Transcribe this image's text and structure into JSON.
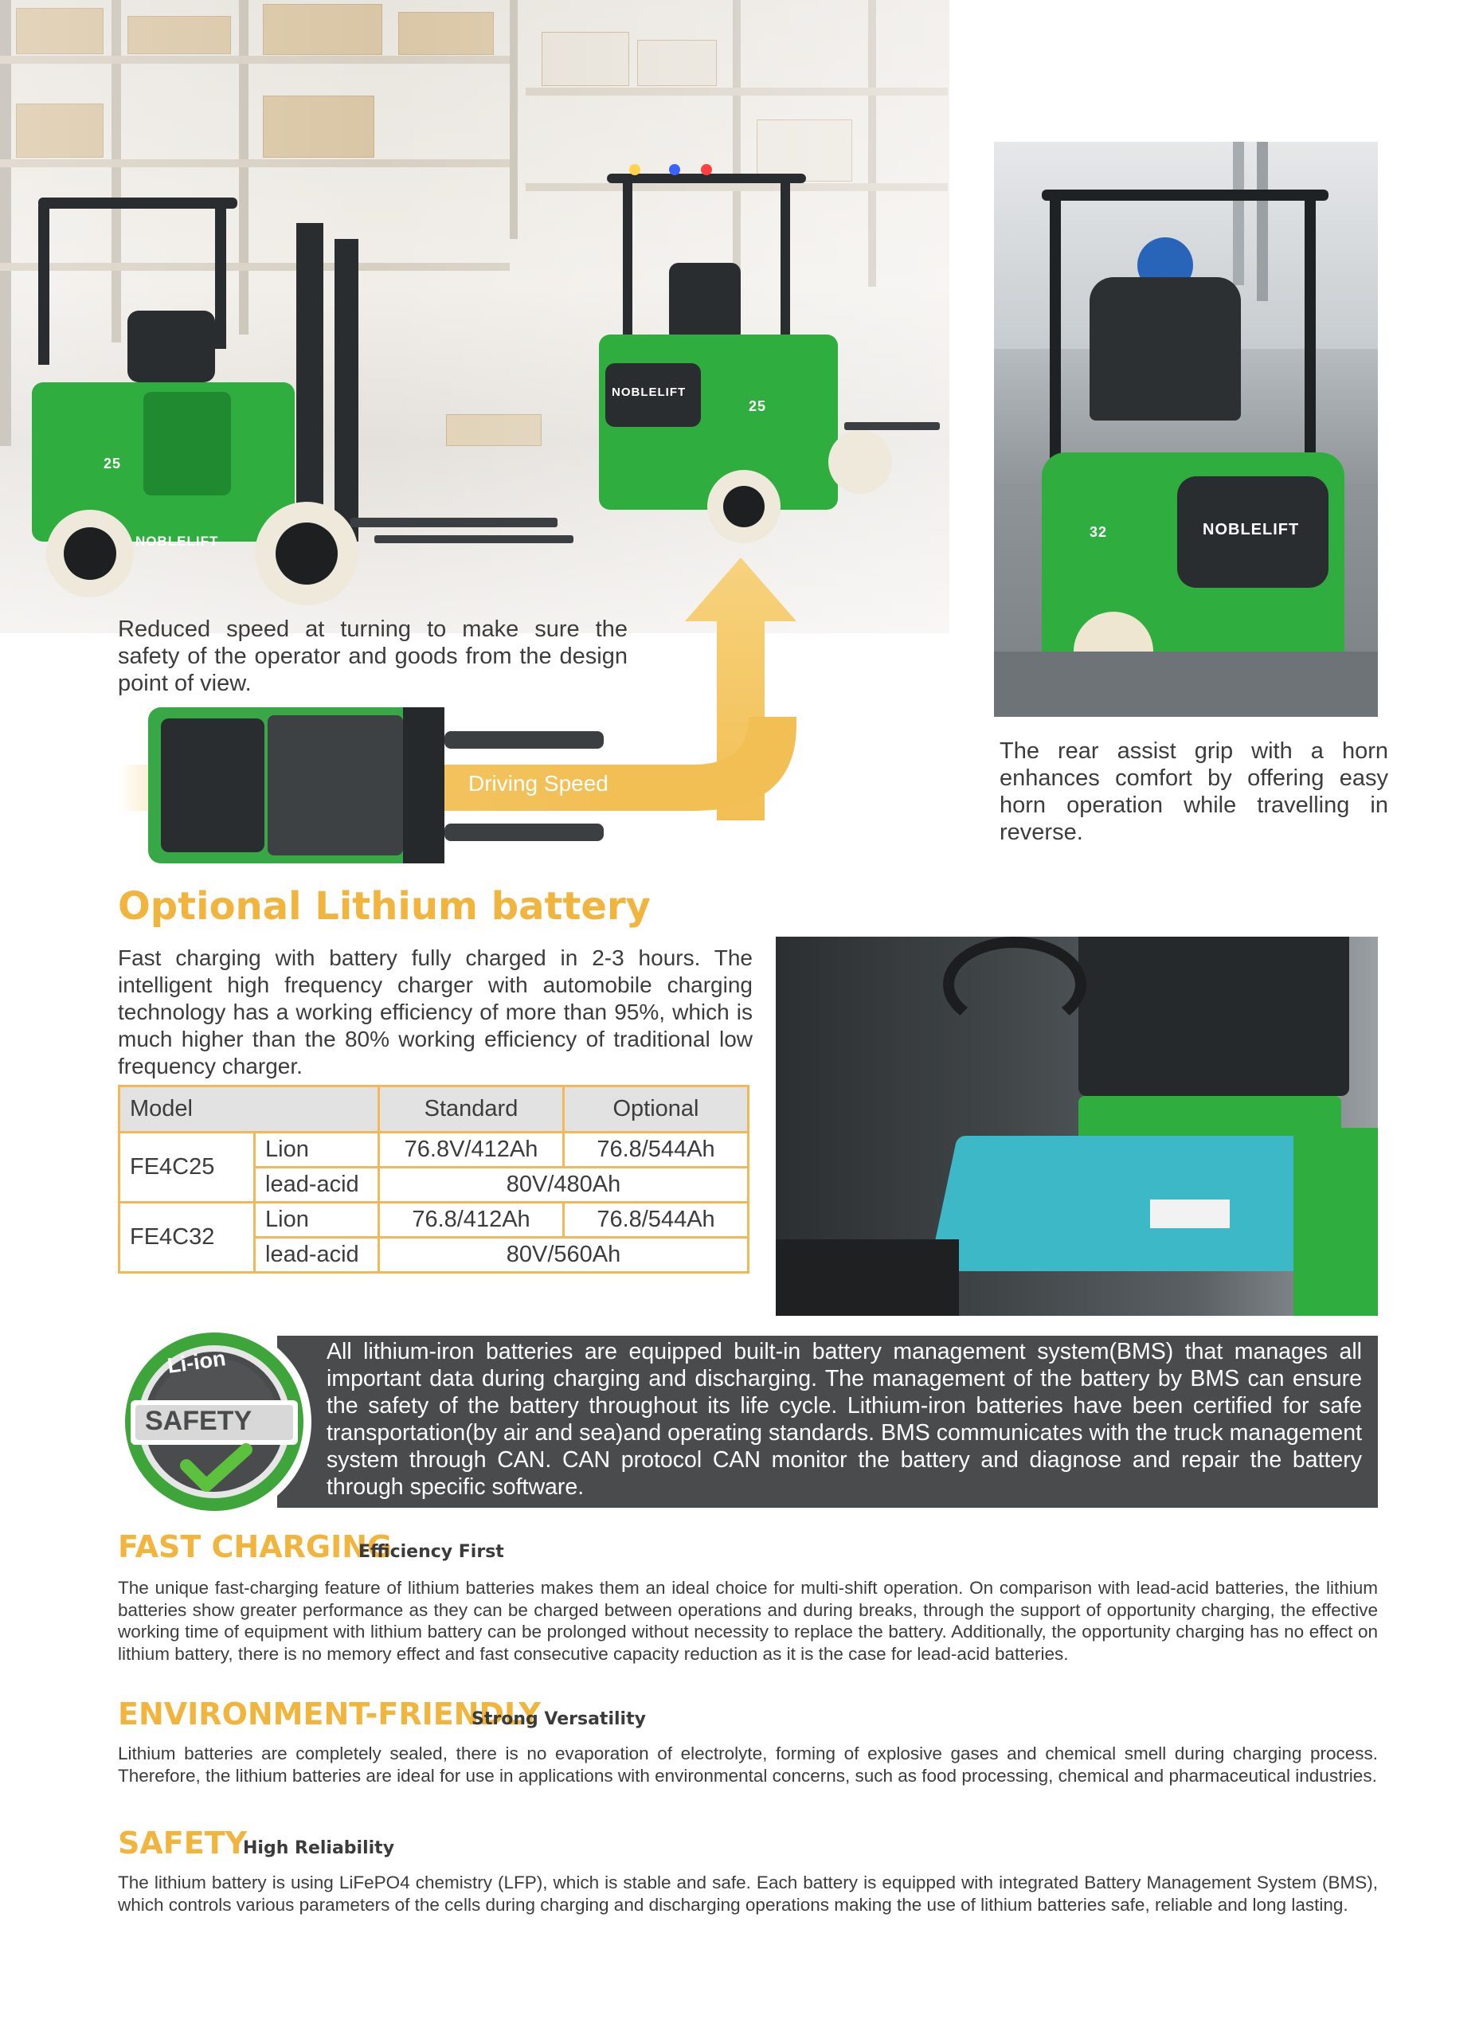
{
  "hero": {
    "forklift_logo": "NOBLELIFT",
    "model_25": "25",
    "model_32": "32"
  },
  "captions": {
    "turning": "Reduced speed at turning to make sure the safety of the operator and goods from the design point of view.",
    "rear_grip": "The rear assist grip with a horn enhances comfort by offering easy horn operation while travelling in reverse."
  },
  "diagram": {
    "driving_speed_label": "Driving Speed"
  },
  "lithium": {
    "title": "Optional Lithium battery",
    "description": "Fast charging with battery fully charged in 2-3 hours. The intelligent high frequency charger with automobile charging technology has a working efficiency of more than 95%, which is much higher than the 80% working efficiency of traditional low frequency charger."
  },
  "table": {
    "headers": {
      "model": "Model",
      "standard": "Standard",
      "optional": "Optional"
    },
    "rows": [
      {
        "model": "FE4C25",
        "lion_label": "Lion",
        "lion_standard": "76.8V/412Ah",
        "lion_optional": "76.8/544Ah",
        "lead_label": "lead-acid",
        "lead_value": "80V/480Ah"
      },
      {
        "model": "FE4C32",
        "lion_label": "Lion",
        "lion_standard": "76.8/412Ah",
        "lion_optional": "76.8/544Ah",
        "lead_label": "lead-acid",
        "lead_value": "80V/560Ah"
      }
    ]
  },
  "safety_badge": {
    "top_text": "Li-ion",
    "label": "SAFETY"
  },
  "bms": {
    "text": "All lithium-iron batteries are equipped built-in battery management system(BMS) that manages all important data during charging and discharging. The management of the battery by BMS can ensure the safety of the battery throughout its life cycle. Lithium-iron batteries have been certified for safe transportation(by air and sea)and operating standards. BMS communicates with the truck management system through CAN. CAN protocol CAN monitor the battery and diagnose and repair the battery through specific software."
  },
  "sections": {
    "fast_charging": {
      "title": "FAST CHARGING",
      "subtitle": "Efficiency First",
      "text": "The unique fast-charging feature of lithium batteries makes them an ideal choice for multi-shift operation. On comparison with lead-acid batteries, the lithium batteries show greater performance as they can be charged between operations and during breaks, through the support of opportunity charging, the effective working time of equipment with lithium battery can be prolonged without necessity to replace the battery. Additionally, the opportunity charging has no effect on lithium battery, there is no memory effect and fast consecutive capacity reduction as it is the case for lead-acid batteries."
    },
    "environment": {
      "title": "ENVIRONMENT-FRIENDLY",
      "subtitle": "Strong Versatility",
      "text": "Lithium batteries are completely sealed, there is no evaporation of electrolyte, forming of explosive gases and chemical smell during charging process. Therefore, the lithium batteries are ideal for use in applications with environmental concerns, such as food processing, chemical and pharmaceutical industries."
    },
    "safety": {
      "title": "SAFETY",
      "subtitle": "High Reliability",
      "text": "The lithium battery is using LiFePO4 chemistry (LFP), which is stable and safe. Each battery is equipped with integrated Battery Management System (BMS), which controls various parameters of the cells during charging and discharging operations making the use of lithium batteries safe, reliable and long lasting."
    }
  },
  "colors": {
    "accent_orange": "#f1b43c",
    "forklift_green": "#2fae3f",
    "banner_gray": "#4a4b4d",
    "battery_teal": "#3cb8c6"
  }
}
